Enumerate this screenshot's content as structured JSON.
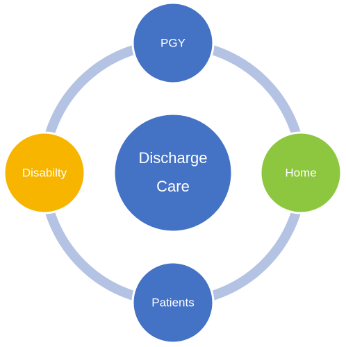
{
  "diagram": {
    "center": {
      "line1": "Discharge",
      "line2": "Care",
      "color": "#4472C4"
    },
    "ring_color": "#B4C3E3",
    "nodes": {
      "top": {
        "label": "PGY",
        "color": "#4472C4"
      },
      "right": {
        "label": "Home",
        "color": "#8DC63F"
      },
      "bottom": {
        "label": "Patients",
        "color": "#4472C4"
      },
      "left": {
        "label": "Disabilty",
        "color": "#F7B500"
      }
    }
  }
}
